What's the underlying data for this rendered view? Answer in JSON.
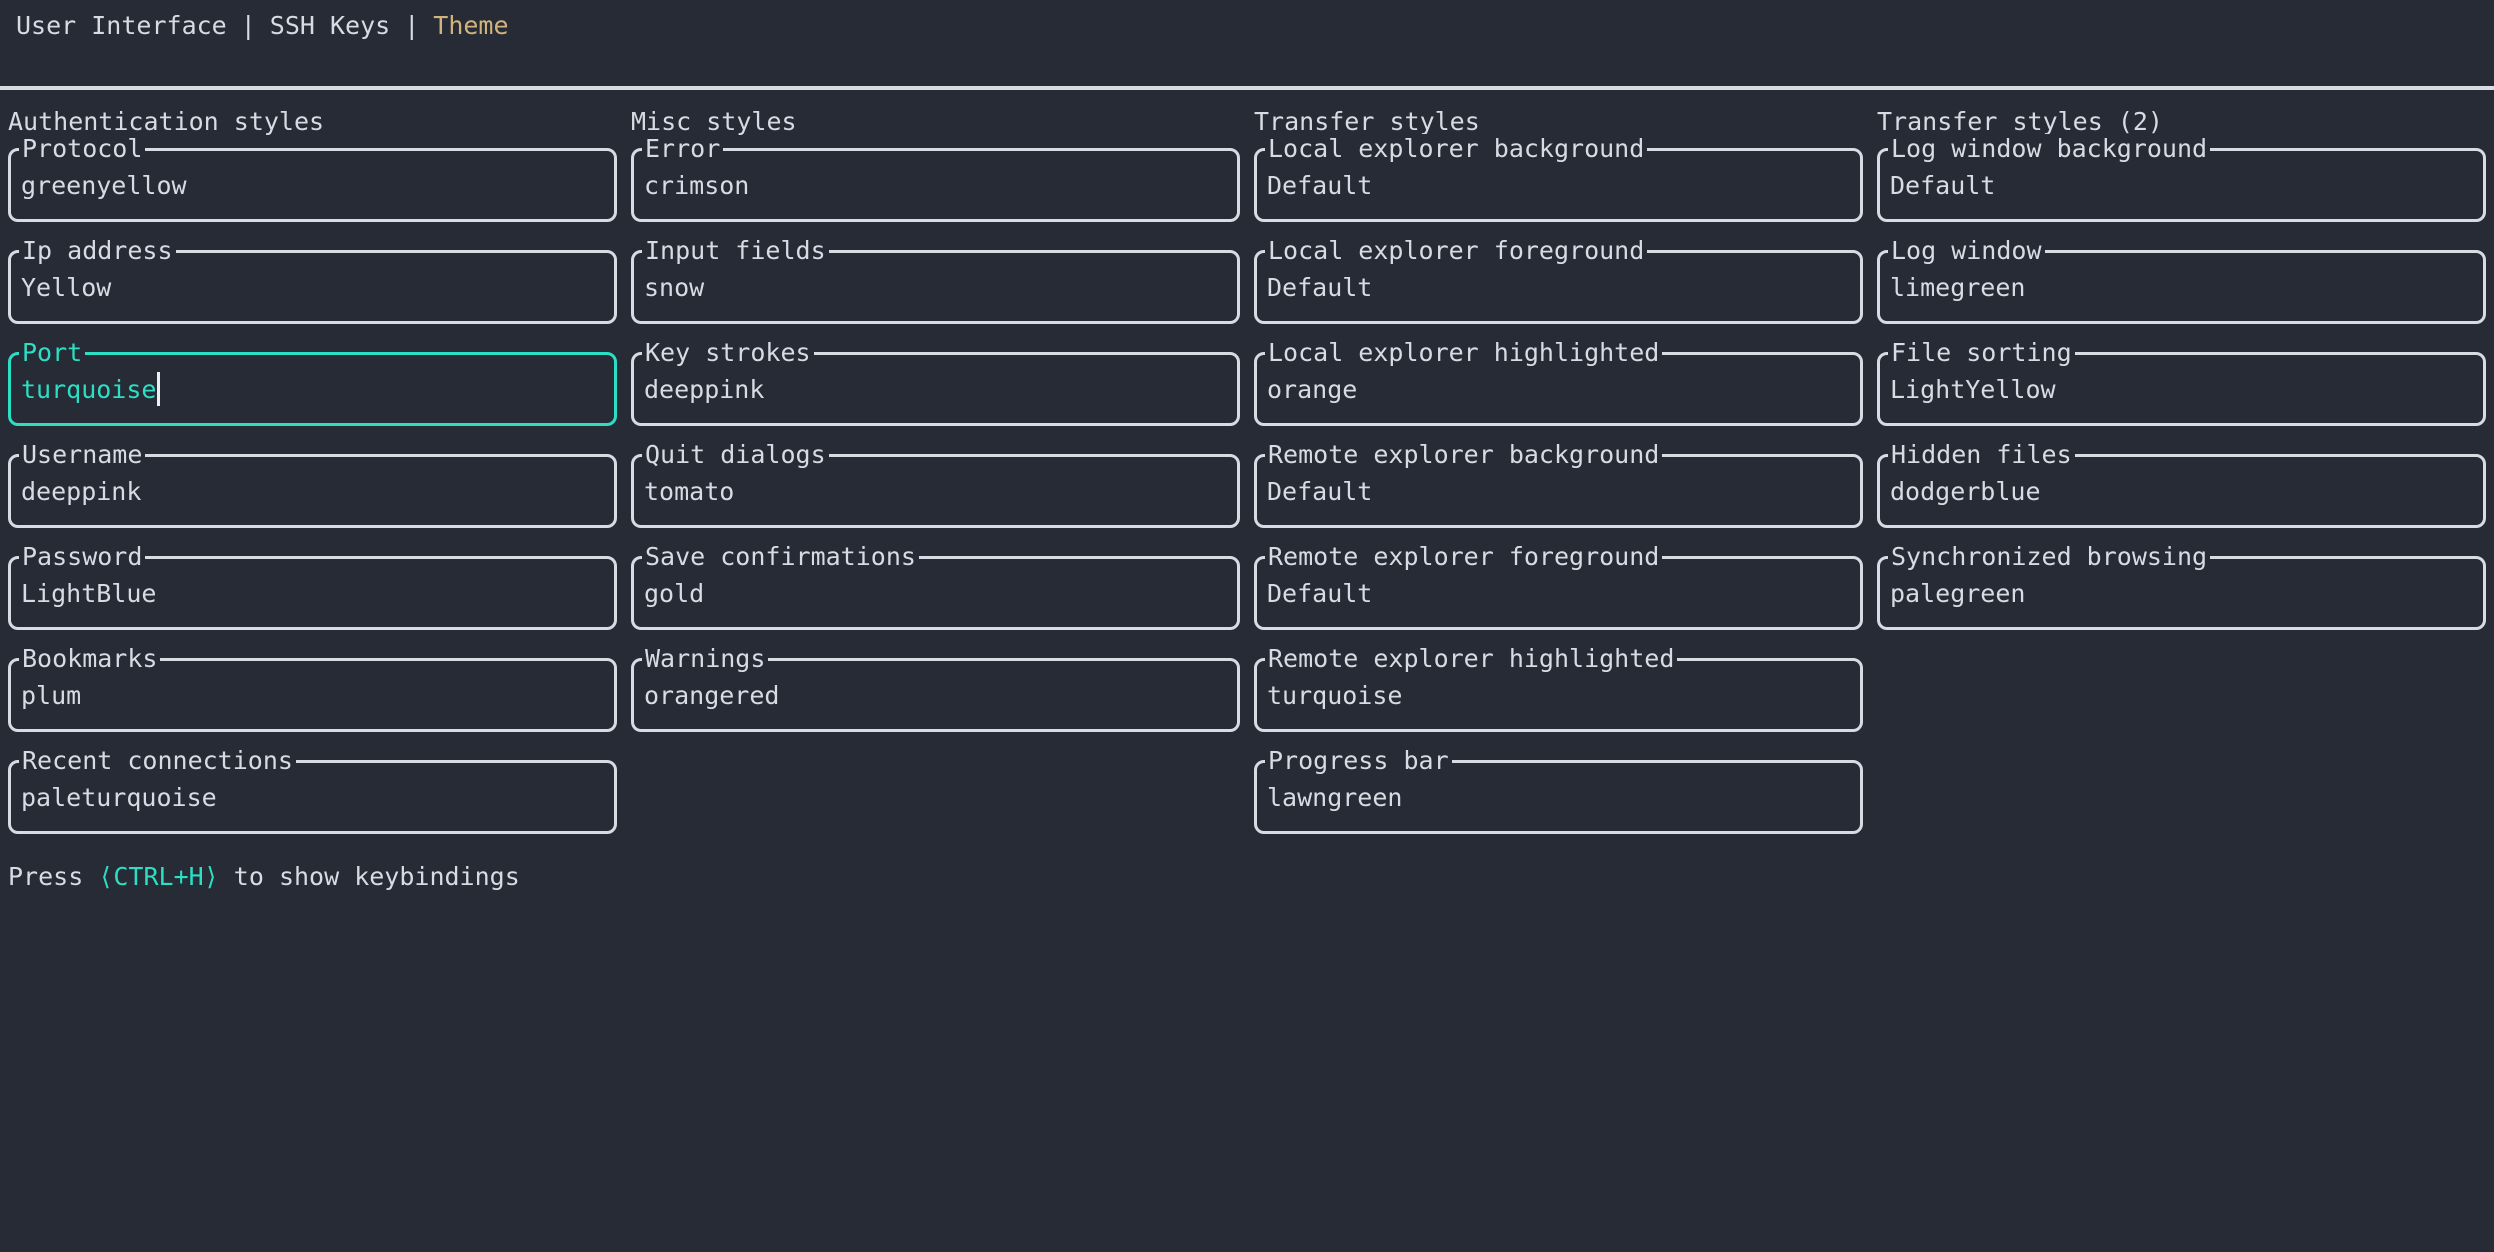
{
  "app": {
    "tabs": [
      {
        "label": "User Interface",
        "active": false
      },
      {
        "label": "SSH Keys",
        "active": false
      },
      {
        "label": "Theme",
        "active": true
      }
    ],
    "tab_separator": "|"
  },
  "colors": {
    "background": "#262b36",
    "foreground": "#d8dbe2",
    "accent_focus": "#2cdfc4",
    "active_tab": "#d1b37c",
    "cursor": "#eceef2"
  },
  "columns": [
    {
      "title": "Authentication styles",
      "fields": [
        {
          "label": "Protocol",
          "value": "greenyellow"
        },
        {
          "label": "Ip address",
          "value": "Yellow"
        },
        {
          "label": "Port",
          "value": "turquoise",
          "focused": true
        },
        {
          "label": "Username",
          "value": "deeppink"
        },
        {
          "label": "Password",
          "value": "LightBlue"
        },
        {
          "label": "Bookmarks",
          "value": "plum"
        },
        {
          "label": "Recent connections",
          "value": "paleturquoise"
        }
      ]
    },
    {
      "title": "Misc styles",
      "fields": [
        {
          "label": "Error",
          "value": "crimson"
        },
        {
          "label": "Input fields",
          "value": "snow"
        },
        {
          "label": "Key strokes",
          "value": "deeppink"
        },
        {
          "label": "Quit dialogs",
          "value": "tomato"
        },
        {
          "label": "Save confirmations",
          "value": "gold"
        },
        {
          "label": "Warnings",
          "value": "orangered"
        }
      ]
    },
    {
      "title": "Transfer styles",
      "fields": [
        {
          "label": "Local explorer background",
          "value": "Default"
        },
        {
          "label": "Local explorer foreground",
          "value": "Default"
        },
        {
          "label": "Local explorer highlighted",
          "value": "orange"
        },
        {
          "label": "Remote explorer background",
          "value": "Default"
        },
        {
          "label": "Remote explorer foreground",
          "value": "Default"
        },
        {
          "label": "Remote explorer highlighted",
          "value": "turquoise"
        },
        {
          "label": "Progress bar",
          "value": "lawngreen"
        }
      ]
    },
    {
      "title": "Transfer styles (2)",
      "fields": [
        {
          "label": "Log window background",
          "value": "Default"
        },
        {
          "label": "Log window",
          "value": "limegreen"
        },
        {
          "label": "File sorting",
          "value": "LightYellow"
        },
        {
          "label": "Hidden files",
          "value": "dodgerblue"
        },
        {
          "label": "Synchronized browsing",
          "value": "palegreen"
        }
      ]
    }
  ],
  "status_bar": {
    "prefix": "Press ",
    "keybinding": "⟨CTRL+H⟩",
    "suffix": " to show keybindings"
  }
}
